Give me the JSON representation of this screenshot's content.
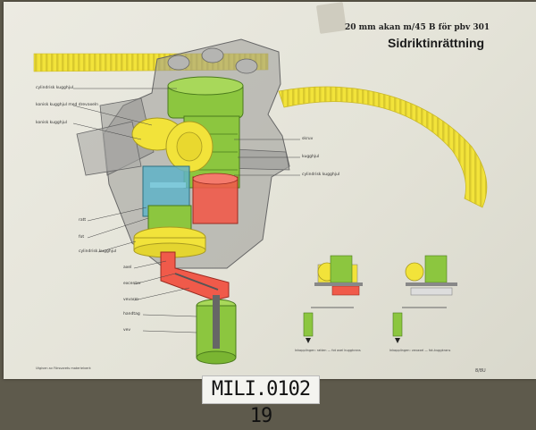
{
  "poster": {
    "subtitle": "20 mm akan m/45 B för pbv 301",
    "title": "Sidriktinrättning",
    "page_number": "8/8U",
    "footer_text": "Utgiven av Försvarets materielverk",
    "left_labels": [
      "cylindrisk kugghjul",
      "konisk kugghjul med drevaxeln",
      "konisk kugghjul",
      "ratt",
      "fot",
      "cylindrisk kugghjul",
      "axel",
      "excenter",
      "vevarm",
      "handtag",
      "vev"
    ],
    "right_labels": [
      "skruv",
      "kugghjul",
      "cylindrisk kugghjul"
    ],
    "captions": {
      "left": "Inkopplingen: ratten — fot axel kuggkrans",
      "right": "Inkopplingen: vevaxel — fot-kuggkrans"
    }
  },
  "catalog_tag": {
    "text": "MILI.0102 19"
  },
  "colors": {
    "gear_green": "#8cc63f",
    "gear_yellow": "#f2e33a",
    "gear_red": "#f05a4a",
    "gear_blue": "#5fb3c8",
    "housing_gray": "#8a8a8a"
  }
}
